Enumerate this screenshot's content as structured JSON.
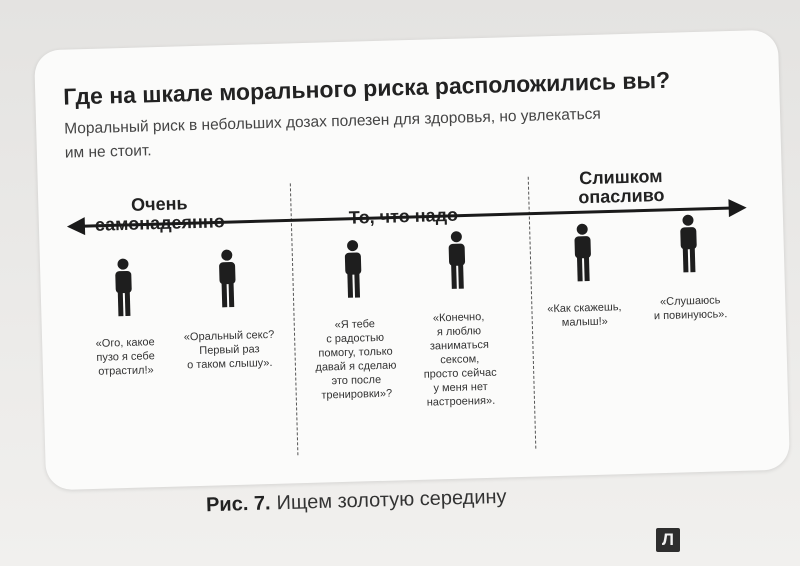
{
  "title": "Где на шкале морального риска расположились вы?",
  "subtitle": "Моральный риск в небольших дозах полезен для здоровья, но увлекаться им не стоит.",
  "scale": {
    "left_label": "Очень\nсамонадеянно",
    "middle_label": "То, что надо",
    "right_label": "Слишком\nопасливо"
  },
  "figures": [
    {
      "quote": "«Ого, какое\nпузо я себе\nотрастил!»"
    },
    {
      "quote": "«Оральный секс?\nПервый раз\nо таком слышу»."
    },
    {
      "quote": "«Я тебе\nс радостью\nпомогу, только\nдавай я сделаю\nэто после\nтренировки»?"
    },
    {
      "quote": "«Конечно,\nя люблю\nзаниматься\nсексом,\nпросто сейчас\nу меня нет\nнастроения»."
    },
    {
      "quote": "«Как скажешь,\nмалыш!»"
    },
    {
      "quote": "«Слушаюсь\nи повинуюсь»."
    }
  ],
  "caption": {
    "figure_label": "Рис. 7.",
    "text": "Ищем золотую середину"
  },
  "logo": {
    "letter": "Л"
  }
}
